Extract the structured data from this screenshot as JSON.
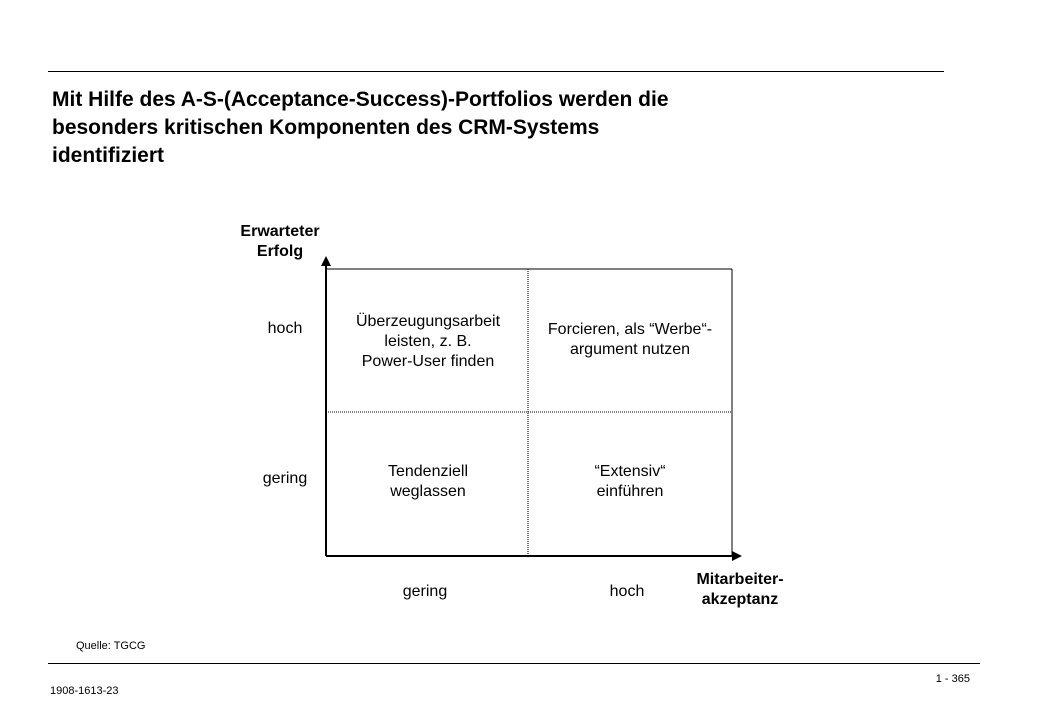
{
  "headline": {
    "line1": "Mit Hilfe des A-S-(Acceptance-Success)-Portfolios werden die",
    "line2": "besonders kritischen Komponenten des CRM-Systems",
    "line3": "identifiziert"
  },
  "portfolio": {
    "y_axis": {
      "title_line1": "Erwarteter",
      "title_line2": "Erfolg",
      "high": "hoch",
      "low": "gering"
    },
    "x_axis": {
      "title_line1": "Mitarbeiter-",
      "title_line2": "akzeptanz",
      "low": "gering",
      "high": "hoch"
    },
    "cells": {
      "top_left": [
        "Überzeugungsarbeit",
        "leisten, z. B.",
        "Power-User finden"
      ],
      "top_right": [
        "Forcieren, als “Werbe“-",
        "argument nutzen"
      ],
      "bottom_left": [
        "Tendenziell",
        "weglassen"
      ],
      "bottom_right": [
        "“Extensiv“",
        "einführen"
      ]
    }
  },
  "footer": {
    "source": "Quelle: TGCG",
    "doc_id": "1908-1613-23",
    "page": "1 - 365"
  }
}
